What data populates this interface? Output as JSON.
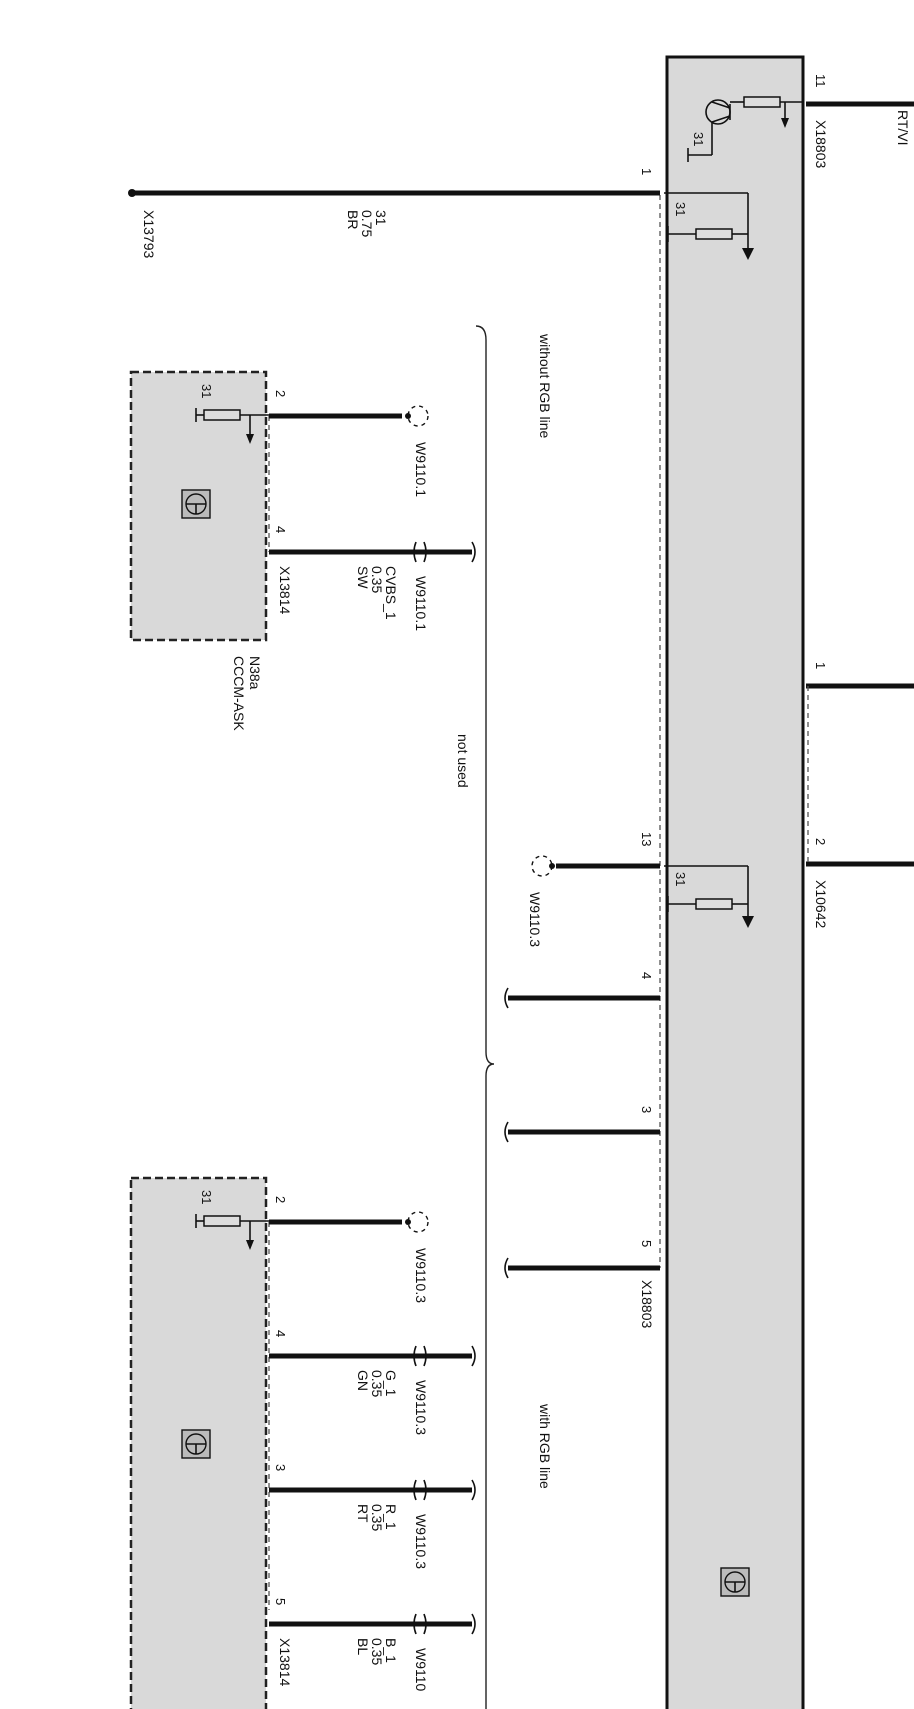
{
  "colors": {
    "module_fill": "#d9d9d9",
    "wire": "#111111",
    "background": "#ffffff"
  },
  "main_module": {
    "top_pin": "11",
    "top_connector": "X18803",
    "top_wire_code": "RT/VI",
    "ground": "31",
    "pin1": "1",
    "pin1_ground": "31",
    "pin13": "13",
    "pin13_ground": "31",
    "pin4": "4",
    "pin3": "3",
    "pin5": "5",
    "connector": "X18803",
    "icon": "control-unit-icon"
  },
  "right_connector": {
    "pin1": "1",
    "pin2": "2",
    "connector": "X10642"
  },
  "ground_wire": {
    "connector": "X13793",
    "terminal": "31",
    "size": "0.75",
    "color": "BR"
  },
  "labels": {
    "without_rgb": "without RGB line",
    "not_used": "not used",
    "with_rgb": "with RGB line"
  },
  "cccm_top": {
    "pin2": "2",
    "pin4": "4",
    "ground": "31",
    "connector": "X13814",
    "id": "N38a",
    "name": "CCCM-ASK",
    "splice_pin2": "W9110.1",
    "splice_pin4": "W9110.1",
    "w4_name": "CVBS_1",
    "w4_size": "0.35",
    "w4_color": "SW"
  },
  "splice_13": "W9110.3",
  "cccm_bottom": {
    "pin2": "2",
    "pin4": "4",
    "pin3": "3",
    "pin5": "5",
    "ground": "31",
    "connector": "X13814",
    "splice_pin2": "W9110.3",
    "splice_pin4": "W9110.3",
    "splice_pin3": "W9110.3",
    "splice_pin5": "W9110",
    "w4_name": "G_1",
    "w4_size": "0.35",
    "w4_color": "GN",
    "w3_name": "R_1",
    "w3_size": "0.35",
    "w3_color": "RT",
    "w5_name": "B_1",
    "w5_size": "0.35",
    "w5_color": "BL"
  }
}
